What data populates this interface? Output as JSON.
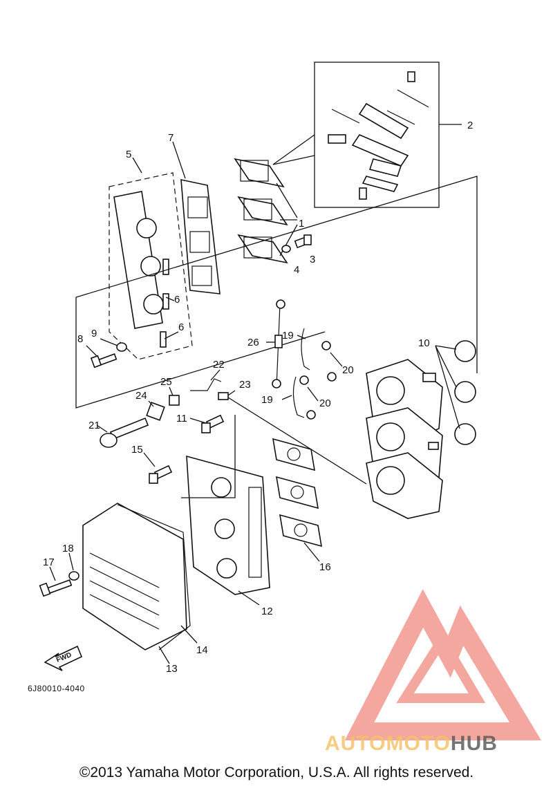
{
  "callouts": [
    "1",
    "2",
    "3",
    "4",
    "5",
    "6",
    "6",
    "7",
    "8",
    "9",
    "10",
    "11",
    "12",
    "13",
    "14",
    "15",
    "16",
    "17",
    "18",
    "19",
    "19",
    "20",
    "20",
    "21",
    "22",
    "23",
    "24",
    "25",
    "26"
  ],
  "fwd_label": "FWD",
  "diagram_code": "6J80010-4040",
  "copyright": "©2013 Yamaha Motor Corporation, U.S.A. All rights reserved.",
  "logo": {
    "part1": "AUTOMOTO",
    "part2": "HUB",
    "color_primary": "#f08a80",
    "color_secondary": "#f6c26a",
    "color_dark": "#555555"
  }
}
